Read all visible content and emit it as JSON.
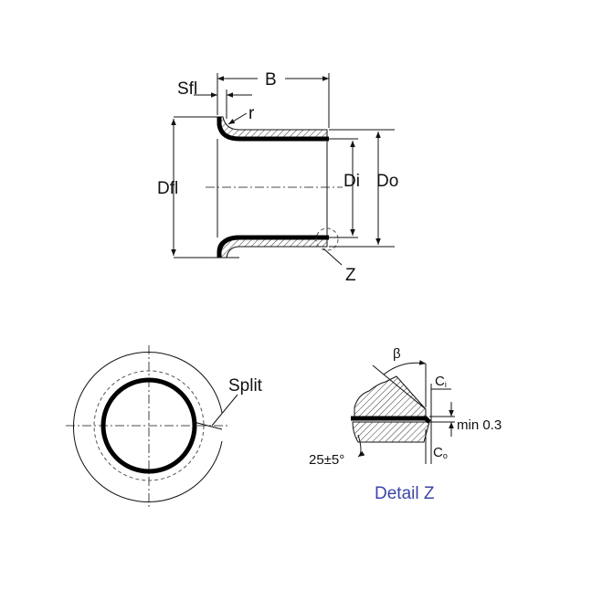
{
  "labels": {
    "flange_thickness": "Sfl",
    "length": "B",
    "radius": "r",
    "flange_diameter": "Dfl",
    "inner_diameter": "Di",
    "outer_diameter": "Do",
    "detail_marker": "Z",
    "split": "Split",
    "angle": "β",
    "inner_chamfer": "C",
    "inner_chamfer_sub": "i",
    "outer_chamfer": "C",
    "outer_chamfer_sub": "o",
    "min_dim": "min 0.3",
    "chamfer_angle": "25±5°",
    "detail_title": "Detail Z"
  },
  "colors": {
    "line": "#111111",
    "detail_title": "#3b47a8"
  }
}
